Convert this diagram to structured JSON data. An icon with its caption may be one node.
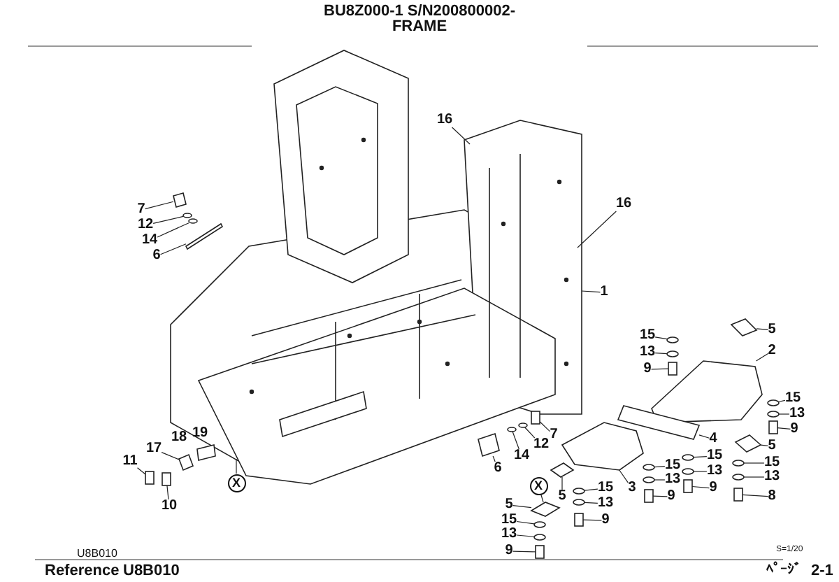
{
  "diagram": {
    "title": "FRAME",
    "nodes": [
      {
        "text": [
          "7"
        ]
      },
      {
        "text": [
          "12"
        ]
      },
      {
        "text": [
          "14"
        ]
      },
      {
        "text": [
          "6"
        ]
      },
      {
        "text": [
          "16"
        ]
      },
      {
        "text": [
          "16"
        ]
      },
      {
        "text": [
          "1"
        ]
      },
      {
        "text": [
          "17"
        ]
      },
      {
        "text": [
          "11"
        ]
      },
      {
        "text": [
          "10"
        ]
      },
      {
        "text": [
          "X"
        ]
      },
      {
        "text": [
          "7"
        ]
      },
      {
        "text": [
          "12"
        ]
      },
      {
        "text": [
          "14"
        ]
      },
      {
        "text": [
          "6"
        ]
      },
      {
        "text": [
          "X"
        ]
      },
      {
        "text": [
          "5"
        ]
      },
      {
        "text": [
          "5"
        ]
      },
      {
        "text": [
          "15"
        ]
      },
      {
        "text": [
          "13"
        ]
      },
      {
        "text": [
          "9"
        ]
      },
      {
        "text": [
          "15"
        ]
      },
      {
        "text": [
          "13"
        ]
      },
      {
        "text": [
          "9"
        ]
      },
      {
        "text": [
          "5"
        ]
      },
      {
        "text": [
          "2"
        ]
      },
      {
        "text": [
          "15"
        ]
      },
      {
        "text": [
          "13"
        ]
      },
      {
        "text": [
          "9"
        ]
      },
      {
        "text": [
          "4"
        ]
      },
      {
        "text": [
          "5"
        ]
      },
      {
        "text": [
          "15"
        ]
      },
      {
        "text": [
          "13"
        ]
      },
      {
        "text": [
          "9"
        ]
      },
      {
        "text": [
          "15"
        ]
      },
      {
        "text": [
          "13"
        ]
      },
      {
        "text": [
          "8"
        ]
      },
      {
        "text": [
          "15"
        ]
      },
      {
        "text": [
          "13"
        ]
      },
      {
        "text": [
          "9"
        ]
      },
      {
        "text": [
          "3"
        ]
      },
      {
        "text": [
          "15"
        ]
      },
      {
        "text": [
          "13"
        ]
      },
      {
        "text": [
          "9"
        ]
      },
      {
        "text": [],
        "shape": "picture"
      },
      {
        "text": [],
        "shape": "circle"
      },
      {
        "text": [],
        "shape": "circle"
      },
      {
        "text": [],
        "shape": "bar"
      },
      {
        "text": [],
        "shape": "picture"
      },
      {
        "text": [],
        "shape": "box"
      },
      {
        "text": [],
        "shape": "box"
      },
      {
        "text": [],
        "shape": "box"
      },
      {
        "text": [],
        "shape": "circle"
      },
      {
        "text": [],
        "shape": "circle"
      },
      {
        "text": [],
        "shape": "picture"
      },
      {
        "text": [],
        "shape": "picture"
      },
      {
        "text": [],
        "shape": "picture"
      },
      {
        "text": [],
        "shape": "circle"
      },
      {
        "text": [],
        "shape": "circle"
      },
      {
        "text": [],
        "shape": "box"
      },
      {
        "text": [],
        "shape": "circle"
      },
      {
        "text": [],
        "shape": "circle"
      },
      {
        "text": [],
        "shape": "box"
      },
      {
        "text": [],
        "shape": "picture"
      },
      {
        "text": [],
        "shape": "picture"
      },
      {
        "text": [],
        "shape": "circle"
      },
      {
        "text": [],
        "shape": "circle"
      },
      {
        "text": [],
        "shape": "box"
      },
      {
        "text": [],
        "shape": "picture"
      },
      {
        "text": [],
        "shape": "picture"
      },
      {
        "text": [],
        "shape": "circle"
      },
      {
        "text": [],
        "shape": "circle"
      },
      {
        "text": [],
        "shape": "box"
      },
      {
        "text": [],
        "shape": "circle"
      },
      {
        "text": [],
        "shape": "circle"
      },
      {
        "text": [],
        "shape": "box"
      },
      {
        "text": [],
        "shape": "circle"
      },
      {
        "text": [],
        "shape": "circle"
      },
      {
        "text": [],
        "shape": "box"
      },
      {
        "text": [],
        "shape": "picture"
      },
      {
        "text": [],
        "shape": "circle"
      },
      {
        "text": [],
        "shape": "circle"
      },
      {
        "text": [],
        "shape": "box"
      }
    ],
    "edges": [
      {
        "from": 0,
        "to": 44,
        "arrow": "none"
      },
      {
        "from": 1,
        "to": 45,
        "arrow": "none"
      },
      {
        "from": 2,
        "to": 46,
        "arrow": "none"
      },
      {
        "from": 3,
        "to": 47,
        "arrow": "none"
      },
      {
        "from": 4,
        "to": null,
        "arrow": "none"
      },
      {
        "from": 5,
        "to": null,
        "arrow": "none"
      },
      {
        "from": 6,
        "to": null,
        "arrow": "none"
      },
      {
        "from": 7,
        "to": 48,
        "arrow": "none"
      },
      {
        "from": 8,
        "to": 49,
        "arrow": "none"
      },
      {
        "from": 9,
        "to": 50,
        "arrow": "none"
      },
      {
        "from": 10,
        "to": null,
        "arrow": "none"
      },
      {
        "from": 11,
        "to": 51,
        "arrow": "none"
      },
      {
        "from": 12,
        "to": 52,
        "arrow": "none"
      },
      {
        "from": 13,
        "to": 53,
        "arrow": "none"
      },
      {
        "from": 14,
        "to": 54,
        "arrow": "none"
      },
      {
        "from": 15,
        "to": 56,
        "arrow": "none"
      },
      {
        "from": 16,
        "to": 55,
        "arrow": "none"
      },
      {
        "from": 17,
        "to": 56,
        "arrow": "none"
      },
      {
        "from": 18,
        "to": 57,
        "arrow": "none"
      },
      {
        "from": 19,
        "to": 58,
        "arrow": "none"
      },
      {
        "from": 20,
        "to": 59,
        "arrow": "none"
      },
      {
        "from": 21,
        "to": 60,
        "arrow": "none"
      },
      {
        "from": 22,
        "to": 61,
        "arrow": "none"
      },
      {
        "from": 23,
        "to": 62,
        "arrow": "none"
      },
      {
        "from": 24,
        "to": 63,
        "arrow": "none"
      },
      {
        "from": 25,
        "to": 64,
        "arrow": "none"
      },
      {
        "from": 26,
        "to": 65,
        "arrow": "none"
      },
      {
        "from": 27,
        "to": 66,
        "arrow": "none"
      },
      {
        "from": 28,
        "to": 67,
        "arrow": "none"
      },
      {
        "from": 29,
        "to": 68,
        "arrow": "none"
      },
      {
        "from": 30,
        "to": 69,
        "arrow": "none"
      },
      {
        "from": 31,
        "to": 70,
        "arrow": "none"
      },
      {
        "from": 32,
        "to": 71,
        "arrow": "none"
      },
      {
        "from": 33,
        "to": 72,
        "arrow": "none"
      },
      {
        "from": 34,
        "to": 73,
        "arrow": "none"
      },
      {
        "from": 35,
        "to": 74,
        "arrow": "none"
      },
      {
        "from": 36,
        "to": 75,
        "arrow": "none"
      },
      {
        "from": 37,
        "to": 76,
        "arrow": "none"
      },
      {
        "from": 38,
        "to": 77,
        "arrow": "none"
      },
      {
        "from": 39,
        "to": 78,
        "arrow": "none"
      },
      {
        "from": 40,
        "to": 79,
        "arrow": "none"
      },
      {
        "from": 41,
        "to": 80,
        "arrow": "none"
      },
      {
        "from": 42,
        "to": 81,
        "arrow": "none"
      },
      {
        "from": 43,
        "to": 82,
        "arrow": "none"
      }
    ],
    "labels": [
      "BU8Z000-1 S/N200800002-",
      "18",
      "19",
      "U8B010",
      "Reference",
      "U8B010",
      "S=1/20",
      "ﾍﾟｰｼﾞ",
      "2-1"
    ]
  }
}
